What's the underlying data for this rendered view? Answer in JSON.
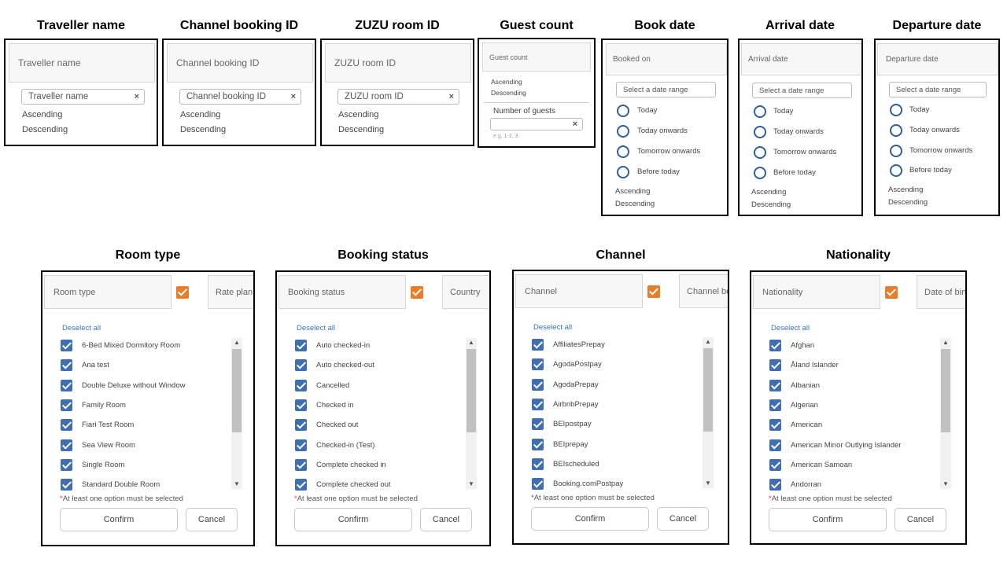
{
  "titles": {
    "traveller": "Traveller name",
    "channel_booking": "Channel booking ID",
    "zuzu_room": "ZUZU room ID",
    "guest_count": "Guest count",
    "book_date": "Book date",
    "arrival_date": "Arrival date",
    "departure_date": "Departure date",
    "room_type": "Room type",
    "booking_status": "Booking status",
    "channel": "Channel",
    "nationality": "Nationality"
  },
  "sort": {
    "ascending": "Ascending",
    "descending": "Descending"
  },
  "traveller": {
    "header": "Traveller name",
    "placeholder": "Traveller name",
    "clear": "×"
  },
  "channel_booking": {
    "header": "Channel booking ID",
    "placeholder": "Channel booking ID",
    "clear": "×"
  },
  "zuzu_room": {
    "header": "ZUZU room ID",
    "placeholder": "ZUZU room ID",
    "clear": "×"
  },
  "guest_count": {
    "header": "Guest count",
    "number_label": "Number of guests",
    "hint": "e.g. 1-2, 3",
    "clear": "×"
  },
  "date_filters": {
    "range_placeholder": "Select a date range",
    "options": [
      "Today",
      "Today onwards",
      "Tomorrow onwards",
      "Before today"
    ],
    "book_header": "Booked on",
    "arrival_header": "Arrival date",
    "departure_header": "Departure date"
  },
  "checkbox_common": {
    "deselect_all": "Deselect all",
    "required_star": "*",
    "required_note": "At least one option must be selected",
    "confirm": "Confirm",
    "cancel": "Cancel"
  },
  "room_type": {
    "header": "Room type",
    "next_col": "Rate plan",
    "items": [
      "6-Bed Mixed Dormitory Room",
      "Ana test",
      "Double Deluxe without Window",
      "Family Room",
      "Fiari Test Room",
      "Sea View Room",
      "Single Room",
      "Standard Double Room"
    ]
  },
  "booking_status": {
    "header": "Booking status",
    "next_col": "Country",
    "items": [
      "Auto checked-in",
      "Auto checked-out",
      "Cancelled",
      "Checked in",
      "Checked out",
      "Checked-in (Test)",
      "Complete checked in",
      "Complete checked out"
    ]
  },
  "channel": {
    "header": "Channel",
    "next_col": "Channel boo",
    "items": [
      "AffiliatesPrepay",
      "AgodaPostpay",
      "AgodaPrepay",
      "AirbnbPrepay",
      "BEIpostpay",
      "BEIprepay",
      "BEIscheduled",
      "Booking.comPostpay"
    ]
  },
  "nationality": {
    "header": "Nationality",
    "next_col": "Date of birt",
    "items": [
      "Afghan",
      "Åland Islander",
      "Albanian",
      "Algerian",
      "American",
      "American Minor Outlying Islander",
      "American Samoan",
      "Andorran"
    ]
  },
  "colors": {
    "accent_orange": "#e87d2c",
    "checkbox_blue": "#3f6fb0",
    "link_blue": "#3b73b9",
    "radio_blue": "#2f5f9a"
  }
}
